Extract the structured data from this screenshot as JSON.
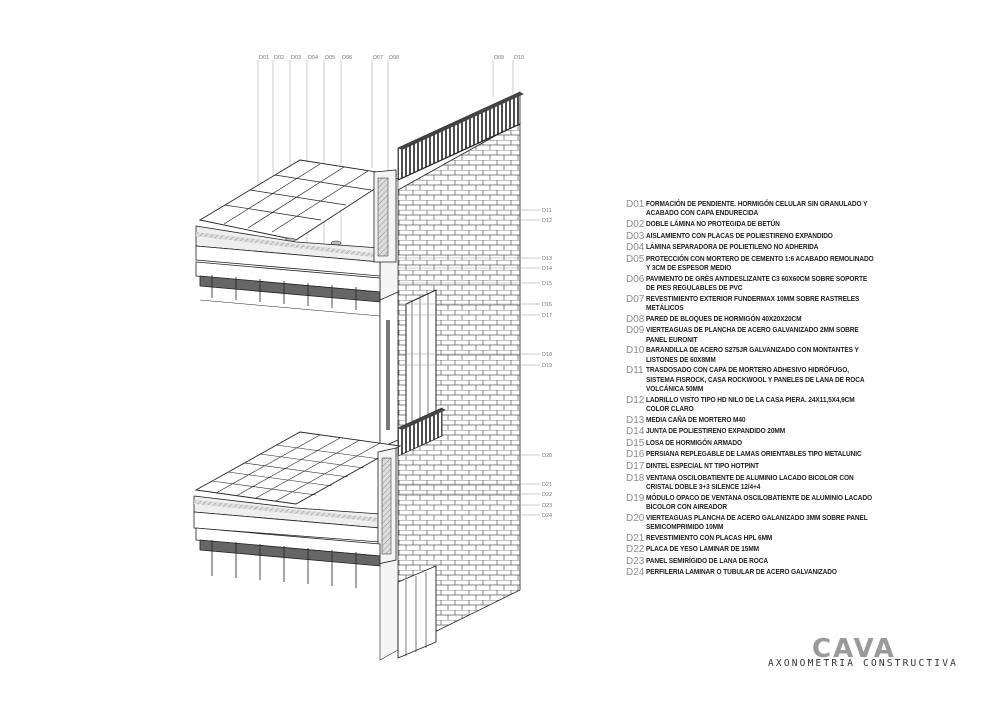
{
  "top_labels": [
    "D01",
    "D02",
    "D03",
    "D04",
    "D05",
    "D06",
    "D07",
    "D08",
    "D09",
    "D10"
  ],
  "side_labels": [
    "D11",
    "D12",
    "D13",
    "D14",
    "D15",
    "D16",
    "D17",
    "D18",
    "D19",
    "D20",
    "D21",
    "D22",
    "D23",
    "D24"
  ],
  "legend": [
    {
      "code": "D01",
      "text": "FORMACIÓN DE PENDIENTE. HORMIGÓN CELULAR SIN GRANULADO Y ACABADO CON CAPA ENDURECIDA"
    },
    {
      "code": "D02",
      "text": "DOBLE LÁMINA NO PROTEGIDA DE BETÚN"
    },
    {
      "code": "D03",
      "text": "AISLAMIENTO CON PLACAS DE POLIESTIRENO EXPANDIDO"
    },
    {
      "code": "D04",
      "text": "LÁMINA SEPARADORA DE POLIETILENO NO ADHERIDA"
    },
    {
      "code": "D05",
      "text": "PROTECCIÓN CON MORTERO DE CEMENTO 1:6 ACABADO REMOLINADO Y 3cm DE ESPESOR MEDIO"
    },
    {
      "code": "D06",
      "text": "PAVIMENTO DE GRÈS ANTIDESLIZANTE C3 60x60cm SOBRE SOPORTE DE PIES REGULABLES DE PVC"
    },
    {
      "code": "D07",
      "text": "REVESTIMIENTO EXTERIOR FUNDERMAX 10mm SOBRE RASTRELES METÁLICOS"
    },
    {
      "code": "D08",
      "text": "PARED DE BLOQUES DE HORMIGÓN 40x20x20cm"
    },
    {
      "code": "D09",
      "text": "VIERTEAGUAS DE PLANCHA DE ACERO GALVANIZADO 2mm SOBRE PANEL EURONIT"
    },
    {
      "code": "D10",
      "text": "BARANDILLA DE ACERO S275JR GALVANIZADO CON MONTANTES Y LISTONES DE 60x8mm"
    },
    {
      "code": "D11",
      "text": "TRASDOSADO CON CAPA DE MORTERO ADHESIVO HIDRÓFUGO, SISTEMA FISROCK, CASA ROCKWOOL Y PANELES DE LANA DE ROCA VOLCÁNICA 50mm"
    },
    {
      "code": "D12",
      "text": "LADRILLO VISTO TIPO HD NILO DE LA CASA PIERA. 24x11,5x4,9cm COLOR CLARO"
    },
    {
      "code": "D13",
      "text": "MEDIA CAÑA DE MORTERO M40"
    },
    {
      "code": "D14",
      "text": "JUNTA DE POLIESTIRENO EXPANDIDO 20mm"
    },
    {
      "code": "D15",
      "text": "LOSA DE HORMIGÓN ARMADO"
    },
    {
      "code": "D16",
      "text": "PERSIANA REPLEGABLE DE LAMAS ORIENTABLES TIPO METALUNIC"
    },
    {
      "code": "D17",
      "text": "DINTEL ESPECIAL NT TIPO HOTPINT"
    },
    {
      "code": "D18",
      "text": "VENTANA OSCILOBATIENTE DE ALUMINIO LACADO BICOLOR CON CRISTAL DOBLE 3+3 SILENCE 12/4+4"
    },
    {
      "code": "D19",
      "text": "MÓDULO OPACO DE VENTANA OSCILOBATIENTE DE ALUMINIO LACADO BICOLOR CON AIREADOR"
    },
    {
      "code": "D20",
      "text": "VIERTEAGUAS PLANCHA DE ACERO GALANIZADO 3mm SOBRE PANEL SEMICOMPRIMIDO 10mm"
    },
    {
      "code": "D21",
      "text": "REVESTIMIENTO CON PLACAS HPL 6mm"
    },
    {
      "code": "D22",
      "text": "PLACA DE YESO LAMINAR DE 15mm"
    },
    {
      "code": "D23",
      "text": "PANEL SEMIRÍGIDO DE LANA DE ROCA"
    },
    {
      "code": "D24",
      "text": "PERFILERIA LAMINAR O TUBULAR DE ACERO GALVANIZADO"
    }
  ],
  "brand": "CAVA",
  "subtitle": "AXONOMETRIA CONSTRUCTIVA"
}
